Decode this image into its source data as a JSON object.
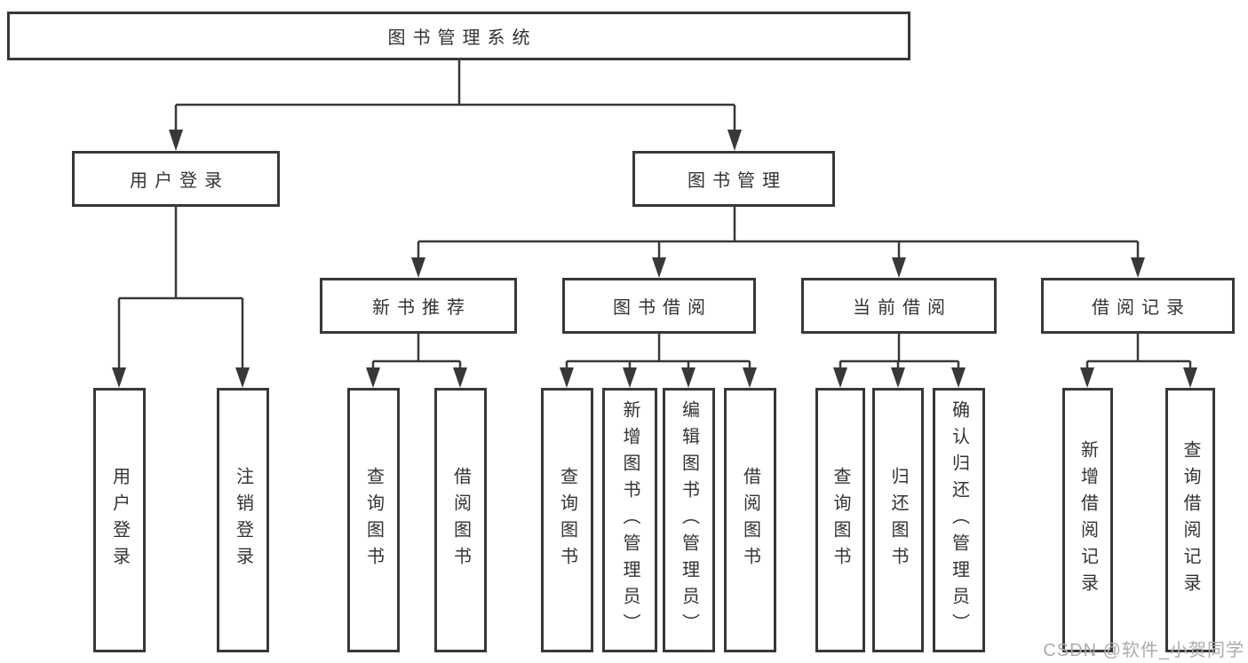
{
  "diagram": {
    "root": {
      "label": "图书管理系统"
    },
    "branches": [
      {
        "label": "用户登录",
        "children": [
          {
            "label": "用户登录"
          },
          {
            "label": "注销登录"
          }
        ]
      },
      {
        "label": "图书管理",
        "children": [
          {
            "label": "新书推荐",
            "children": [
              {
                "label": "查询图书"
              },
              {
                "label": "借阅图书"
              }
            ]
          },
          {
            "label": "图书借阅",
            "children": [
              {
                "label": "查询图书"
              },
              {
                "label": "新增图书（管理员）"
              },
              {
                "label": "编辑图书（管理员）"
              },
              {
                "label": "借阅图书"
              }
            ]
          },
          {
            "label": "当前借阅",
            "children": [
              {
                "label": "查询图书"
              },
              {
                "label": "归还图书"
              },
              {
                "label": "确认归还（管理员）"
              }
            ]
          },
          {
            "label": "借阅记录",
            "children": [
              {
                "label": "新增借阅记录"
              },
              {
                "label": "查询借阅记录"
              }
            ]
          }
        ]
      }
    ]
  },
  "watermark": {
    "text": "CSDN @软件_小贺同学"
  },
  "colors": {
    "line": "#383838",
    "box_border": "#383838",
    "box_background": "#ffffff",
    "text": "#333333",
    "watermark_text": "#ababab",
    "page_background": "#ffffff"
  }
}
